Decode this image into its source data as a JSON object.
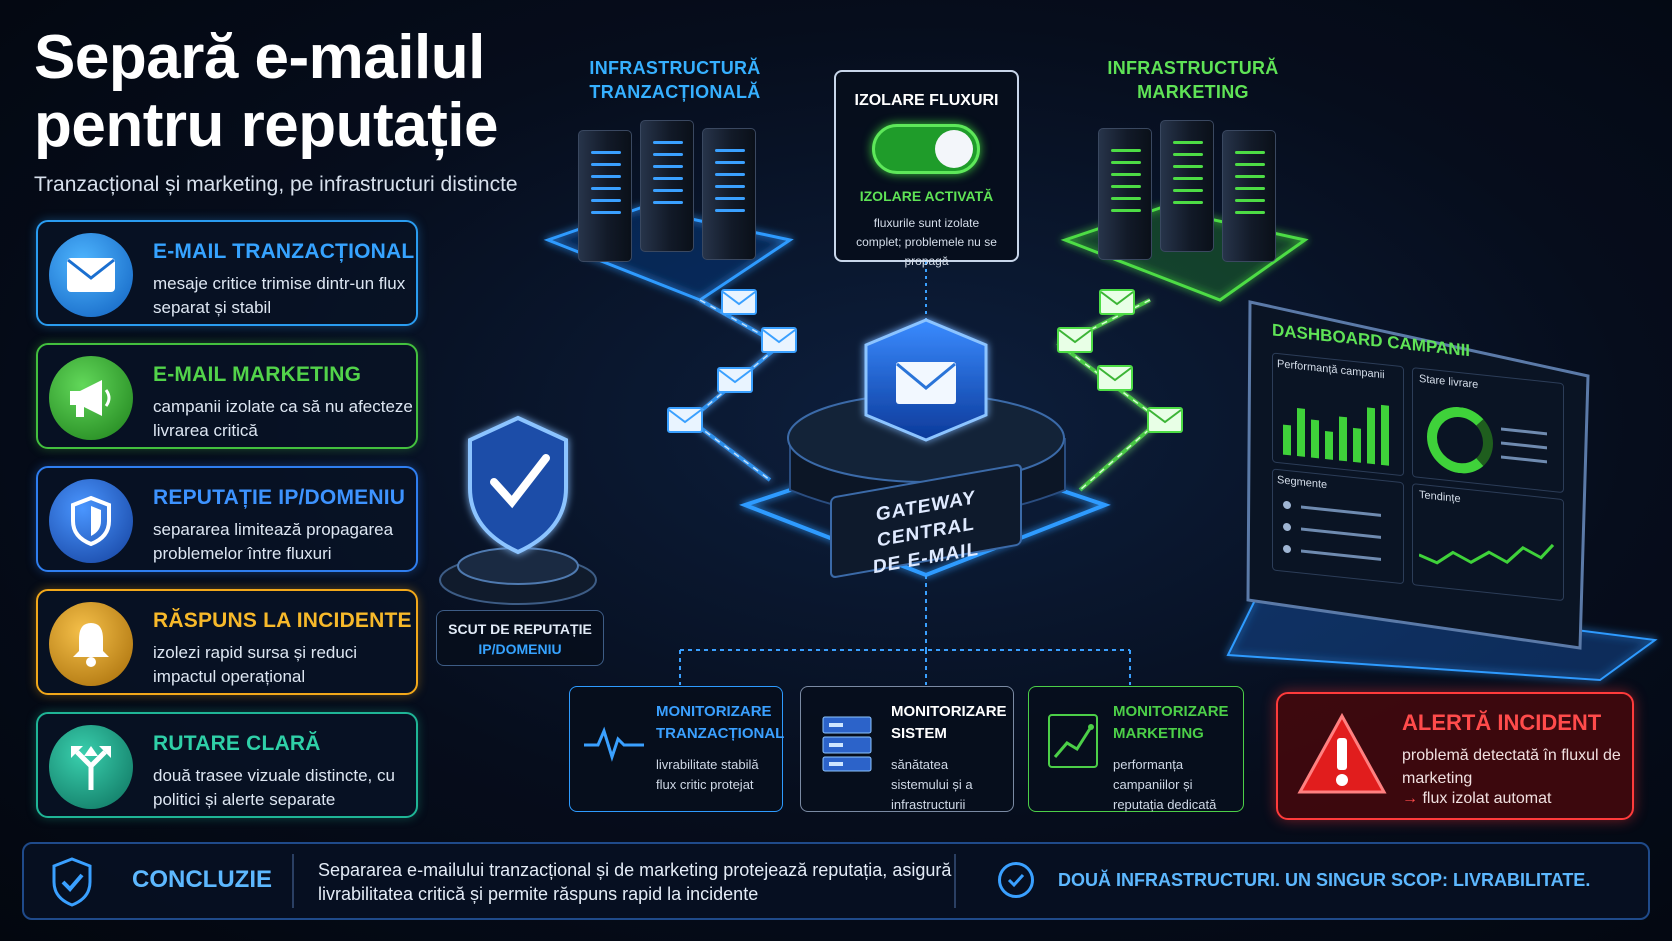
{
  "header": {
    "title_line1": "Separă e-mailul",
    "title_line2": "pentru reputație",
    "subtitle": "Tranzacțional și marketing, pe infrastructuri distincte"
  },
  "cards": [
    {
      "title": "E-MAIL TRANZACȚIONAL",
      "desc": "mesaje critice trimise dintr-un flux separat și stabil",
      "icon": "envelope-icon",
      "color": "#2a9cf0"
    },
    {
      "title": "E-MAIL MARKETING",
      "desc": "campanii izolate ca să nu afecteze livrarea critică",
      "icon": "megaphone-icon",
      "color": "#43c03e"
    },
    {
      "title": "REPUTAȚIE IP/DOMENIU",
      "desc": "separarea limitează propagarea problemelor între fluxuri",
      "icon": "shield-icon",
      "color": "#2f7ef0"
    },
    {
      "title": "RĂSPUNS LA INCIDENTE",
      "desc": "izolezi rapid sursa și reduci impactul operațional",
      "icon": "bell-icon",
      "color": "#f2a81a"
    },
    {
      "title": "RUTARE CLARĂ",
      "desc": "două trasee vizuale distincte, cu politici și alerte separate",
      "icon": "split-arrows-icon",
      "color": "#1fb596"
    }
  ],
  "infra": {
    "transactional": "INFRASTRUCTURĂ TRANZACȚIONALĂ",
    "marketing": "INFRASTRUCTURĂ MARKETING"
  },
  "isolation": {
    "title": "IZOLARE FLUXURI",
    "status": "IZOLARE ACTIVATĂ",
    "desc": "fluxurile sunt izolate complet; problemele nu se propagă",
    "toggle_on": true
  },
  "gateway": {
    "label_line1": "GATEWAY CENTRAL",
    "label_line2": "DE E-MAIL"
  },
  "shield": {
    "label_line1": "SCUT DE REPUTAȚIE",
    "label_line2": "IP/DOMENIU"
  },
  "dashboard": {
    "title": "DASHBOARD CAMPANII",
    "sections": {
      "performance": "Performanță campanii",
      "delivery": "Stare livrare",
      "segments": "Segmente",
      "trends": "Tendințe"
    }
  },
  "monitoring": [
    {
      "title": "MONITORIZARE TRANZACȚIONAL",
      "desc": "livrabilitate stabilă flux critic protejat",
      "icon": "pulse-icon",
      "color": "#3aa0ff"
    },
    {
      "title": "MONITORIZARE SISTEM",
      "desc": "sănătatea sistemului și a infrastructurii",
      "icon": "server-stack-icon",
      "color": "#ffffff"
    },
    {
      "title": "MONITORIZARE MARKETING",
      "desc": "performanța campaniilor și reputația dedicată",
      "icon": "trend-chart-icon",
      "color": "#4ccf48"
    }
  ],
  "alert": {
    "title": "ALERTĂ INCIDENT",
    "desc": "problemă detectată în fluxul de marketing",
    "action": "flux izolat automat",
    "color": "#ff4040"
  },
  "footer": {
    "label": "CONCLUZIE",
    "text": "Separarea e-mailului tranzacțional și de marketing protejează reputația, asigură livrabilitatea critică și permite răspuns rapid la incidente",
    "tagline": "DOUĂ INFRASTRUCTURI. UN SINGUR SCOP: LIVRABILITATE."
  },
  "colors": {
    "blue": "#36a3ff",
    "green": "#4ddc45",
    "red": "#ff3b3b",
    "amber": "#f2a81a",
    "teal": "#1fb596"
  }
}
